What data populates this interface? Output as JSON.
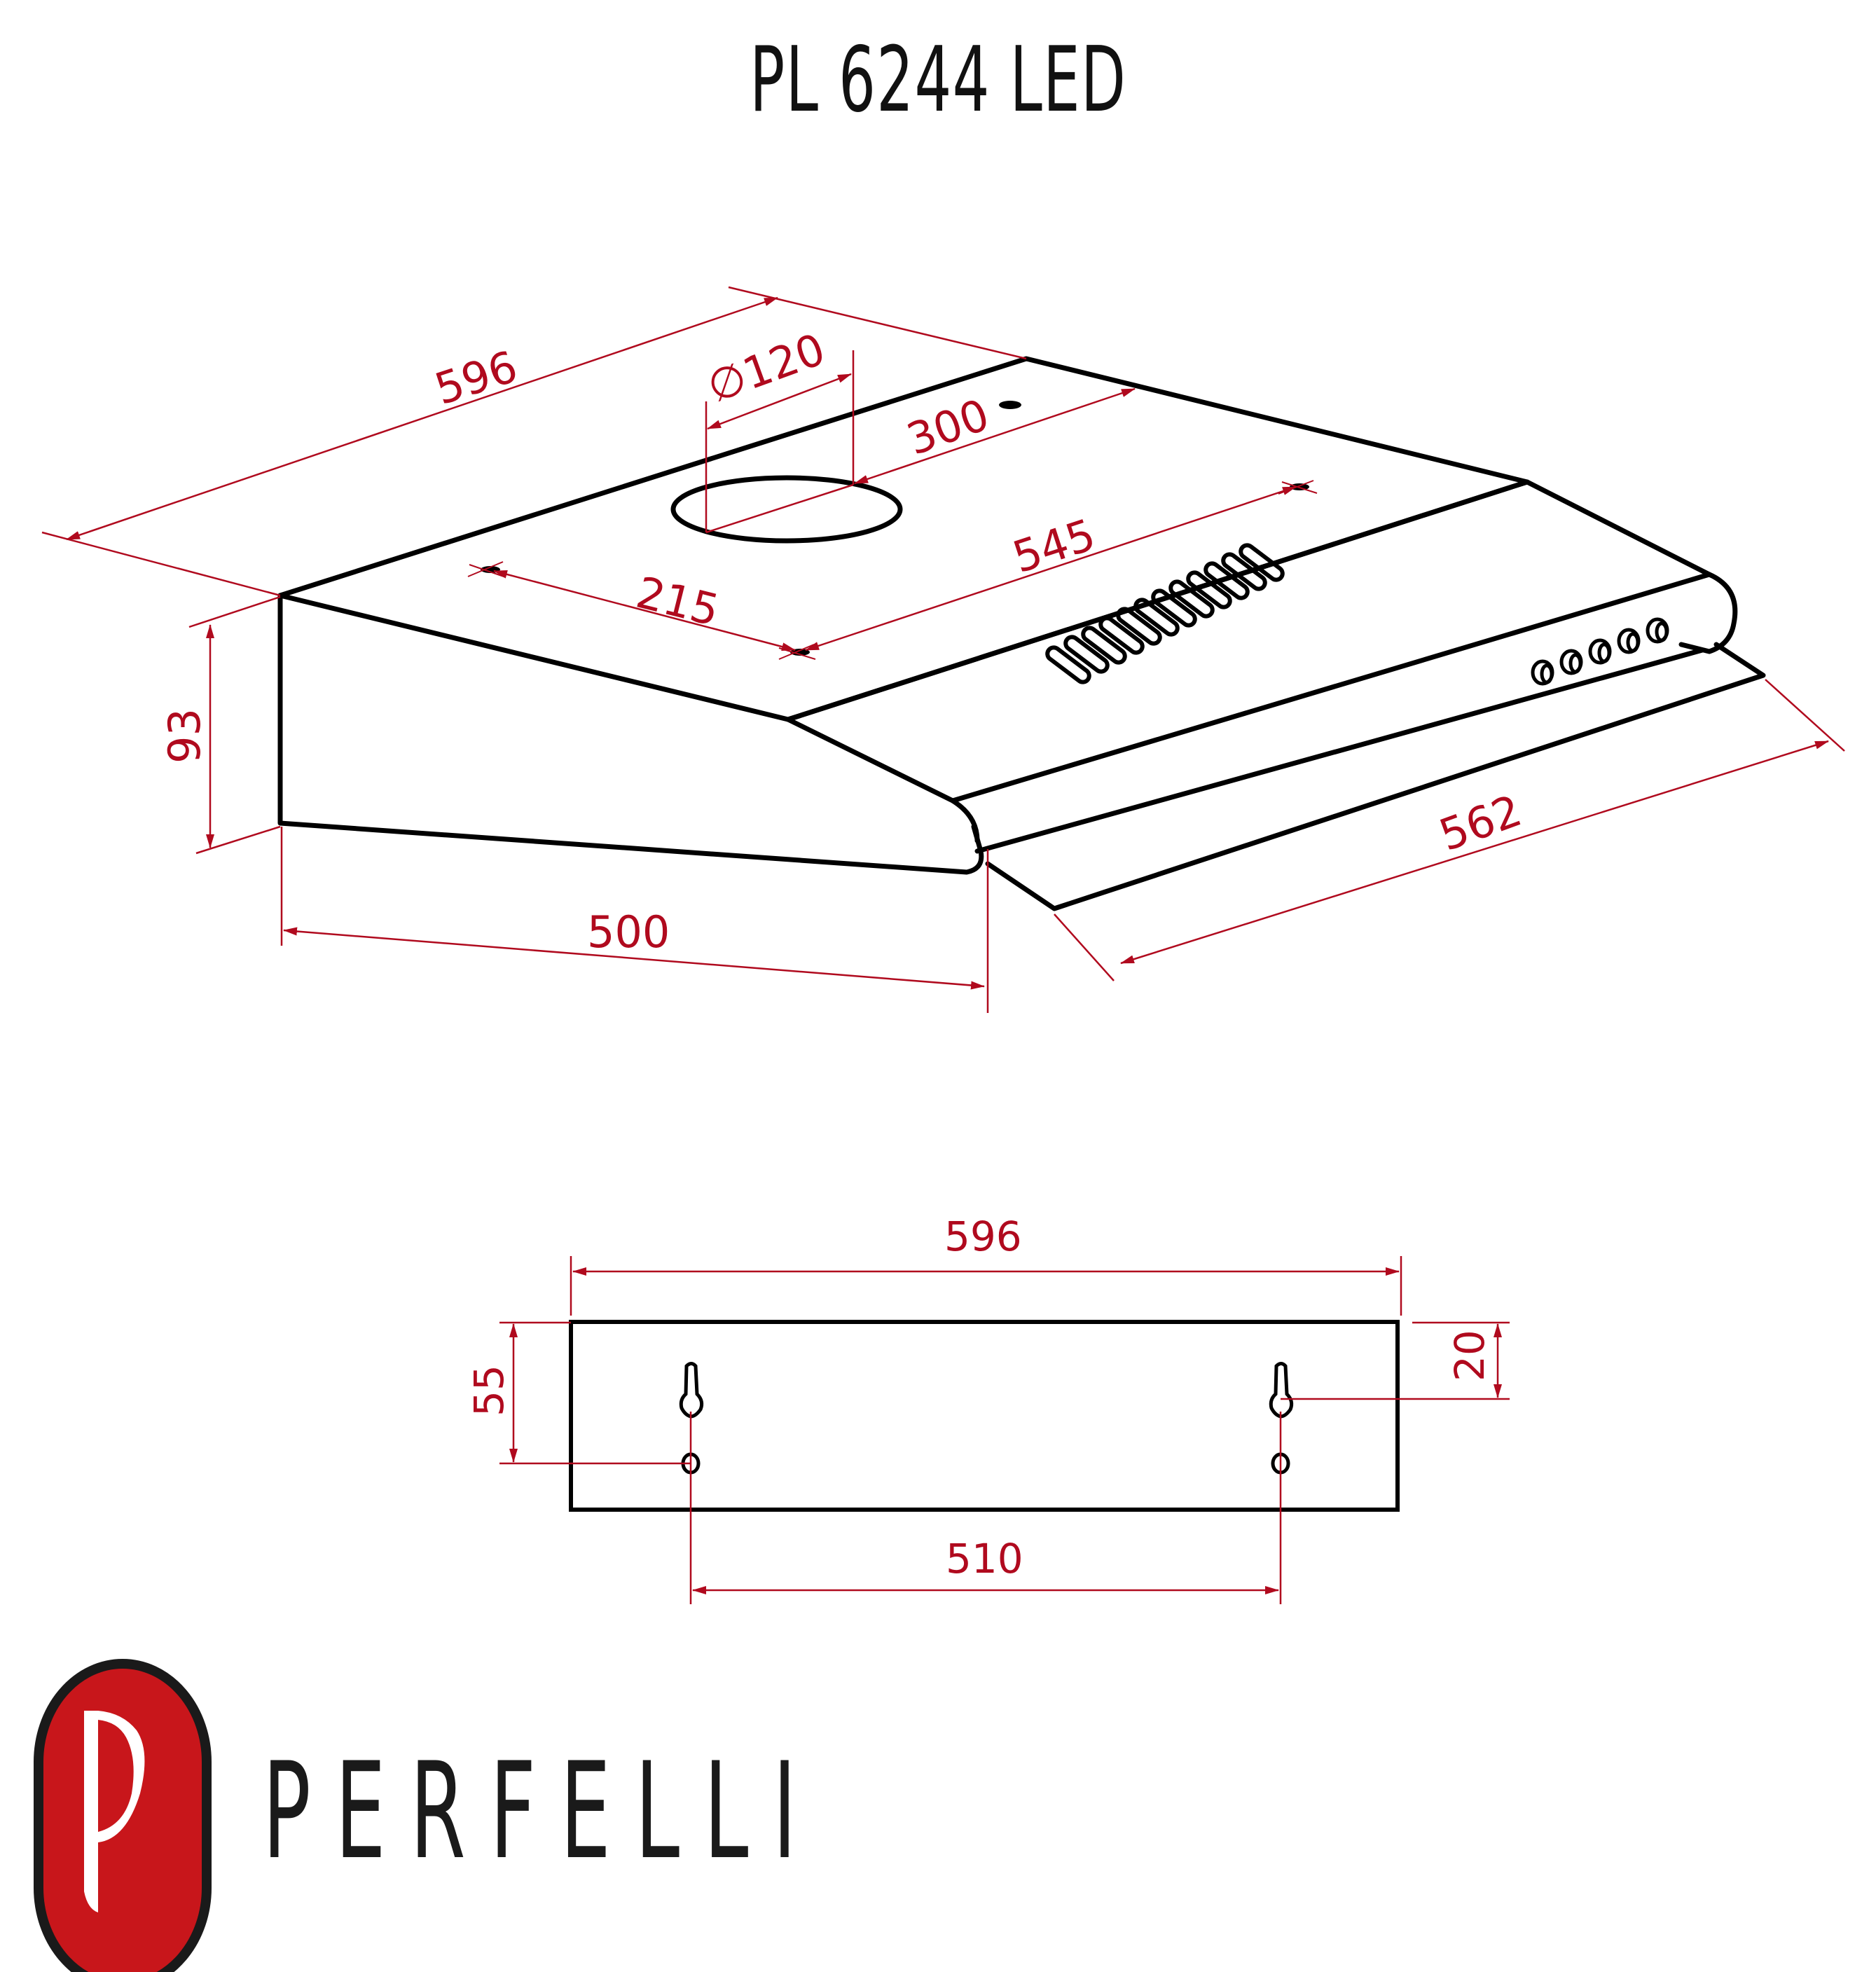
{
  "header": {
    "title": "PL 6244 LED"
  },
  "colors": {
    "dimension": "#b00a1e",
    "outline": "#000000",
    "logo_red": "#c8161b",
    "logo_dark": "#1a1a1a"
  },
  "isometric_view": {
    "dimensions": {
      "width": "596",
      "duct_diameter": "∅120",
      "duct_offset": "300",
      "hole_spacing_side": "215",
      "hole_spacing_back": "545",
      "height": "93",
      "depth": "500",
      "visor_width": "562"
    },
    "features": {
      "vent_slots": 12,
      "control_buttons": 5
    }
  },
  "back_view": {
    "dimensions": {
      "width": "596",
      "height_to_hole": "55",
      "keyhole_offset": "20",
      "hole_spacing": "510"
    },
    "features": {
      "keyholes": 2,
      "round_holes": 2
    }
  },
  "brand": {
    "logo_letter": "P",
    "name": "PERFELLI"
  }
}
